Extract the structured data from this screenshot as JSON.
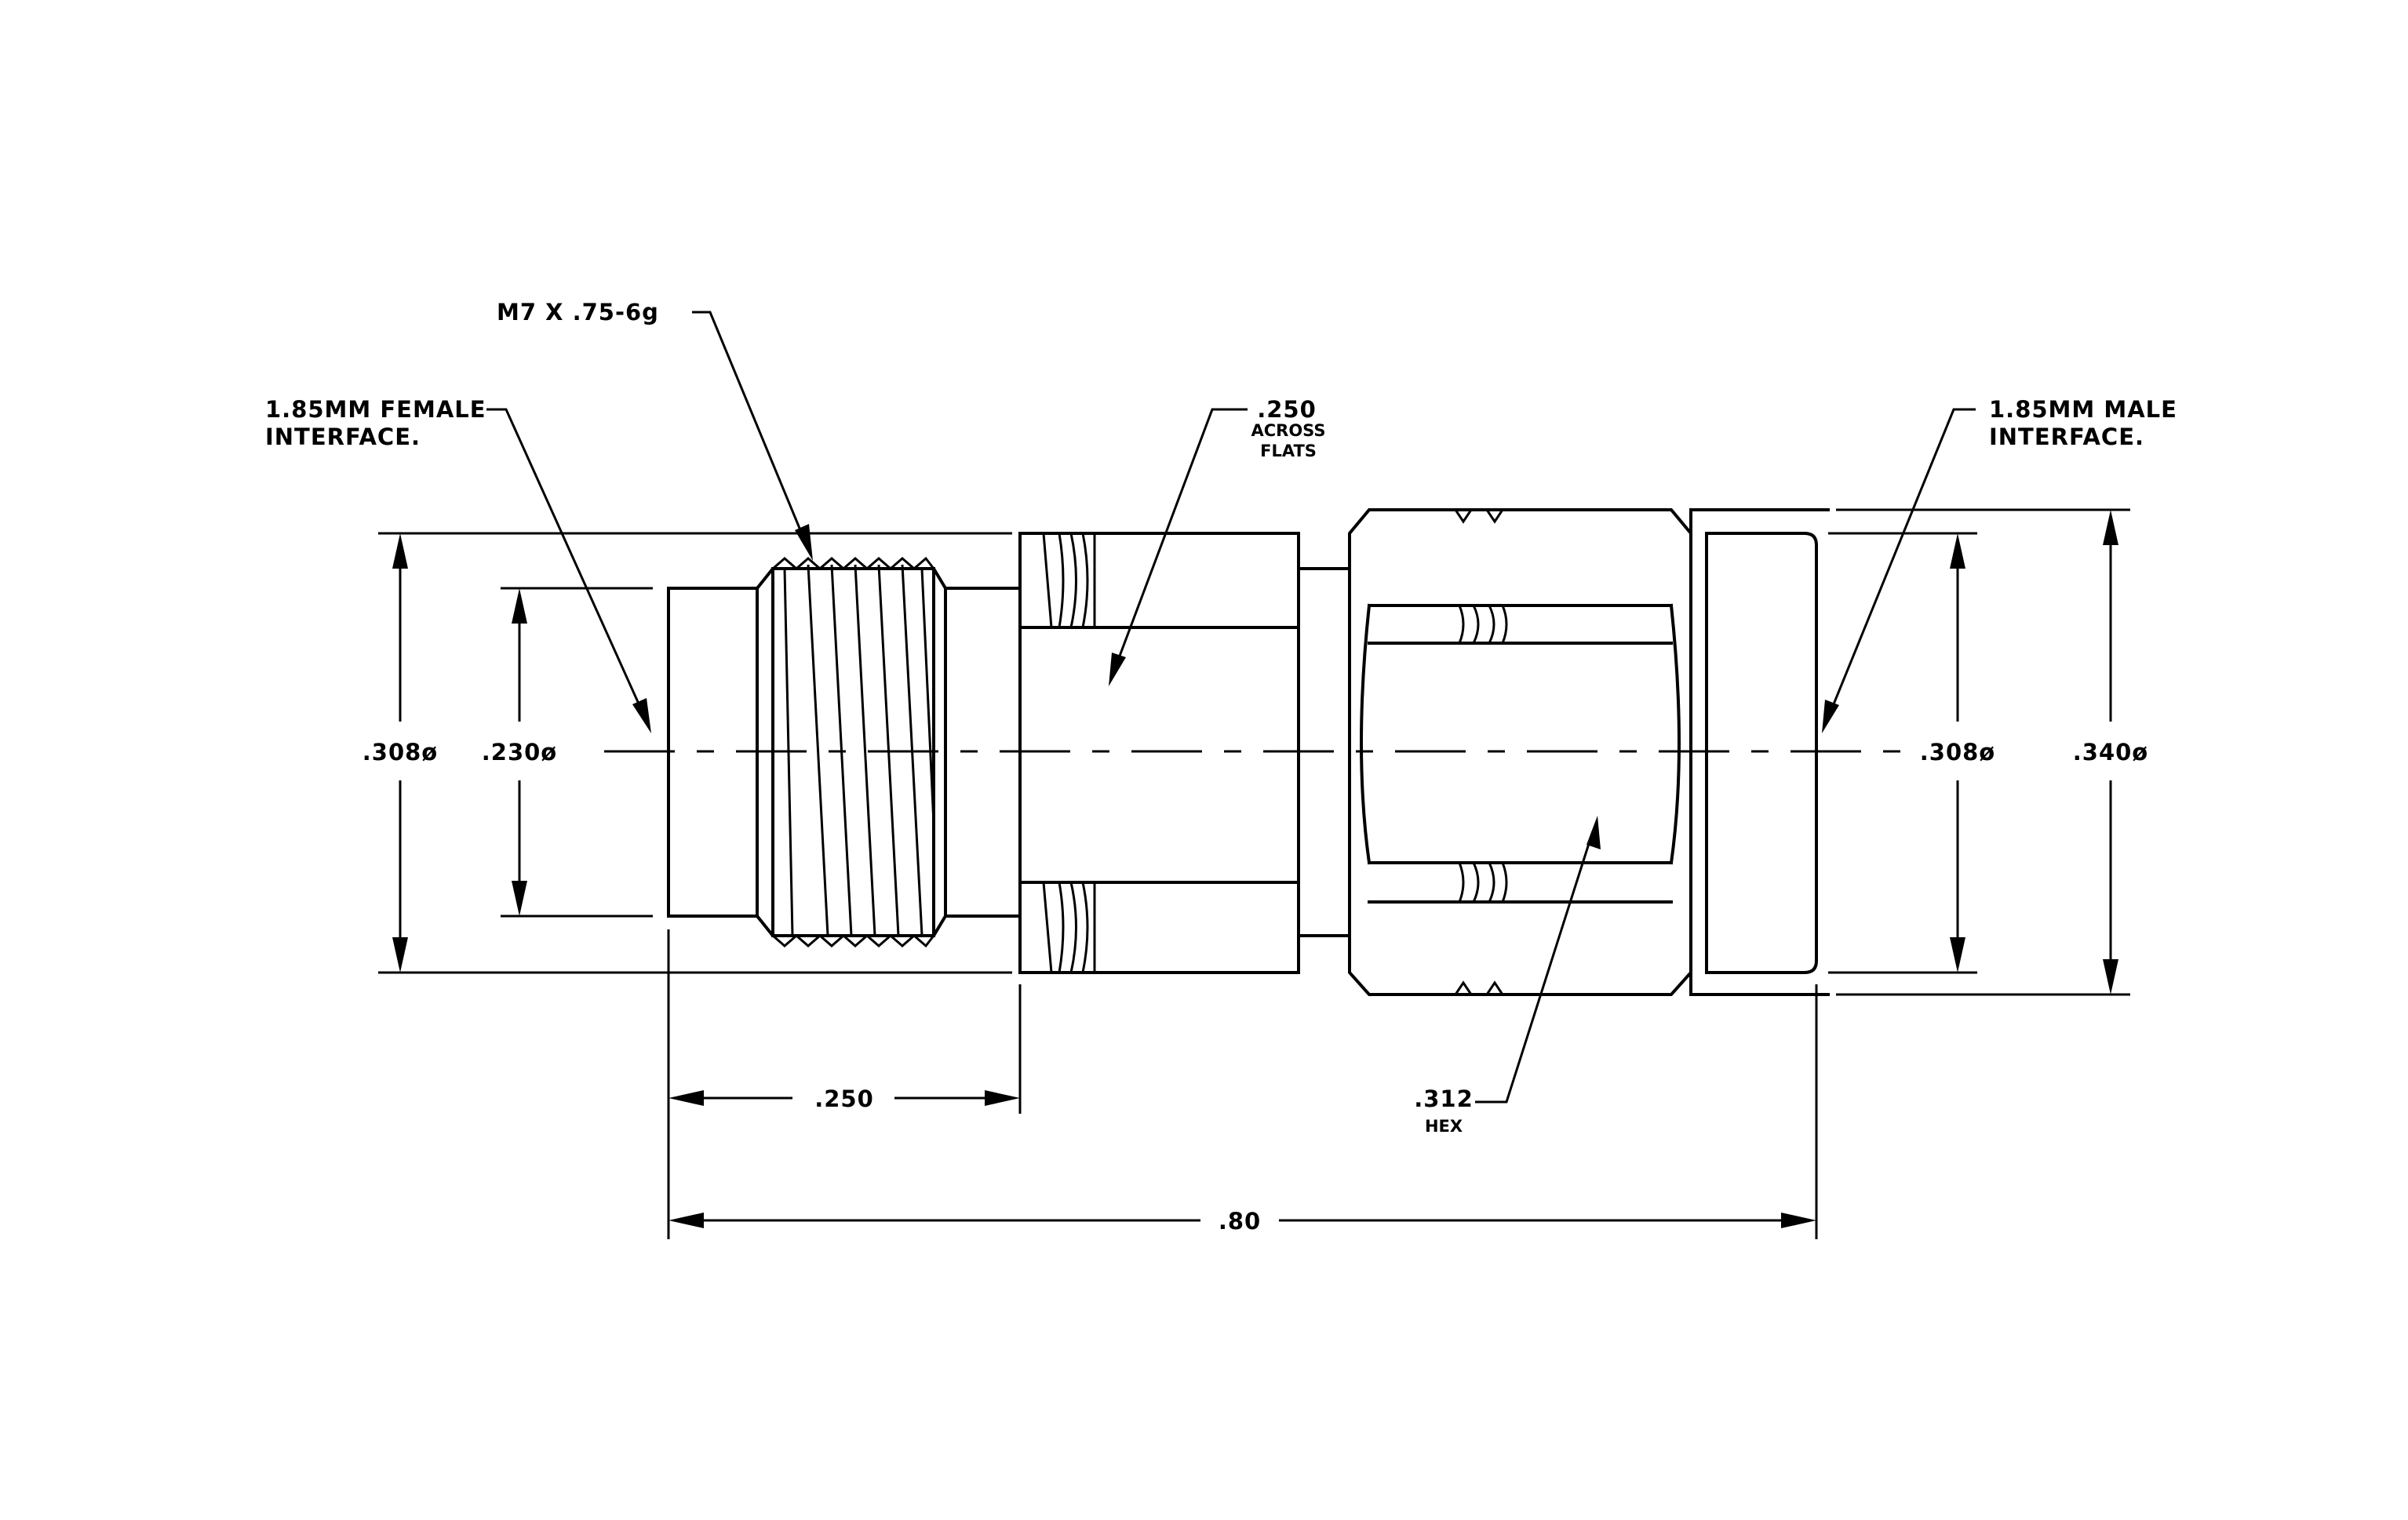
{
  "labels": {
    "thread": "M7 X .75-6g",
    "female_line1": "1.85MM FEMALE",
    "female_line2": "INTERFACE.",
    "male_line1": "1.85MM MALE",
    "male_line2": "INTERFACE.",
    "flats_value": ".250",
    "flats_line1": "ACROSS",
    "flats_line2": "FLATS",
    "hex_value": ".312",
    "hex_line": "HEX"
  },
  "dimensions": {
    "left_outer_dia": ".308ø",
    "left_inner_dia": ".230ø",
    "right_inner_dia": ".308ø",
    "right_outer_dia": ".340ø",
    "thread_length": ".250",
    "overall_length": ".80"
  }
}
